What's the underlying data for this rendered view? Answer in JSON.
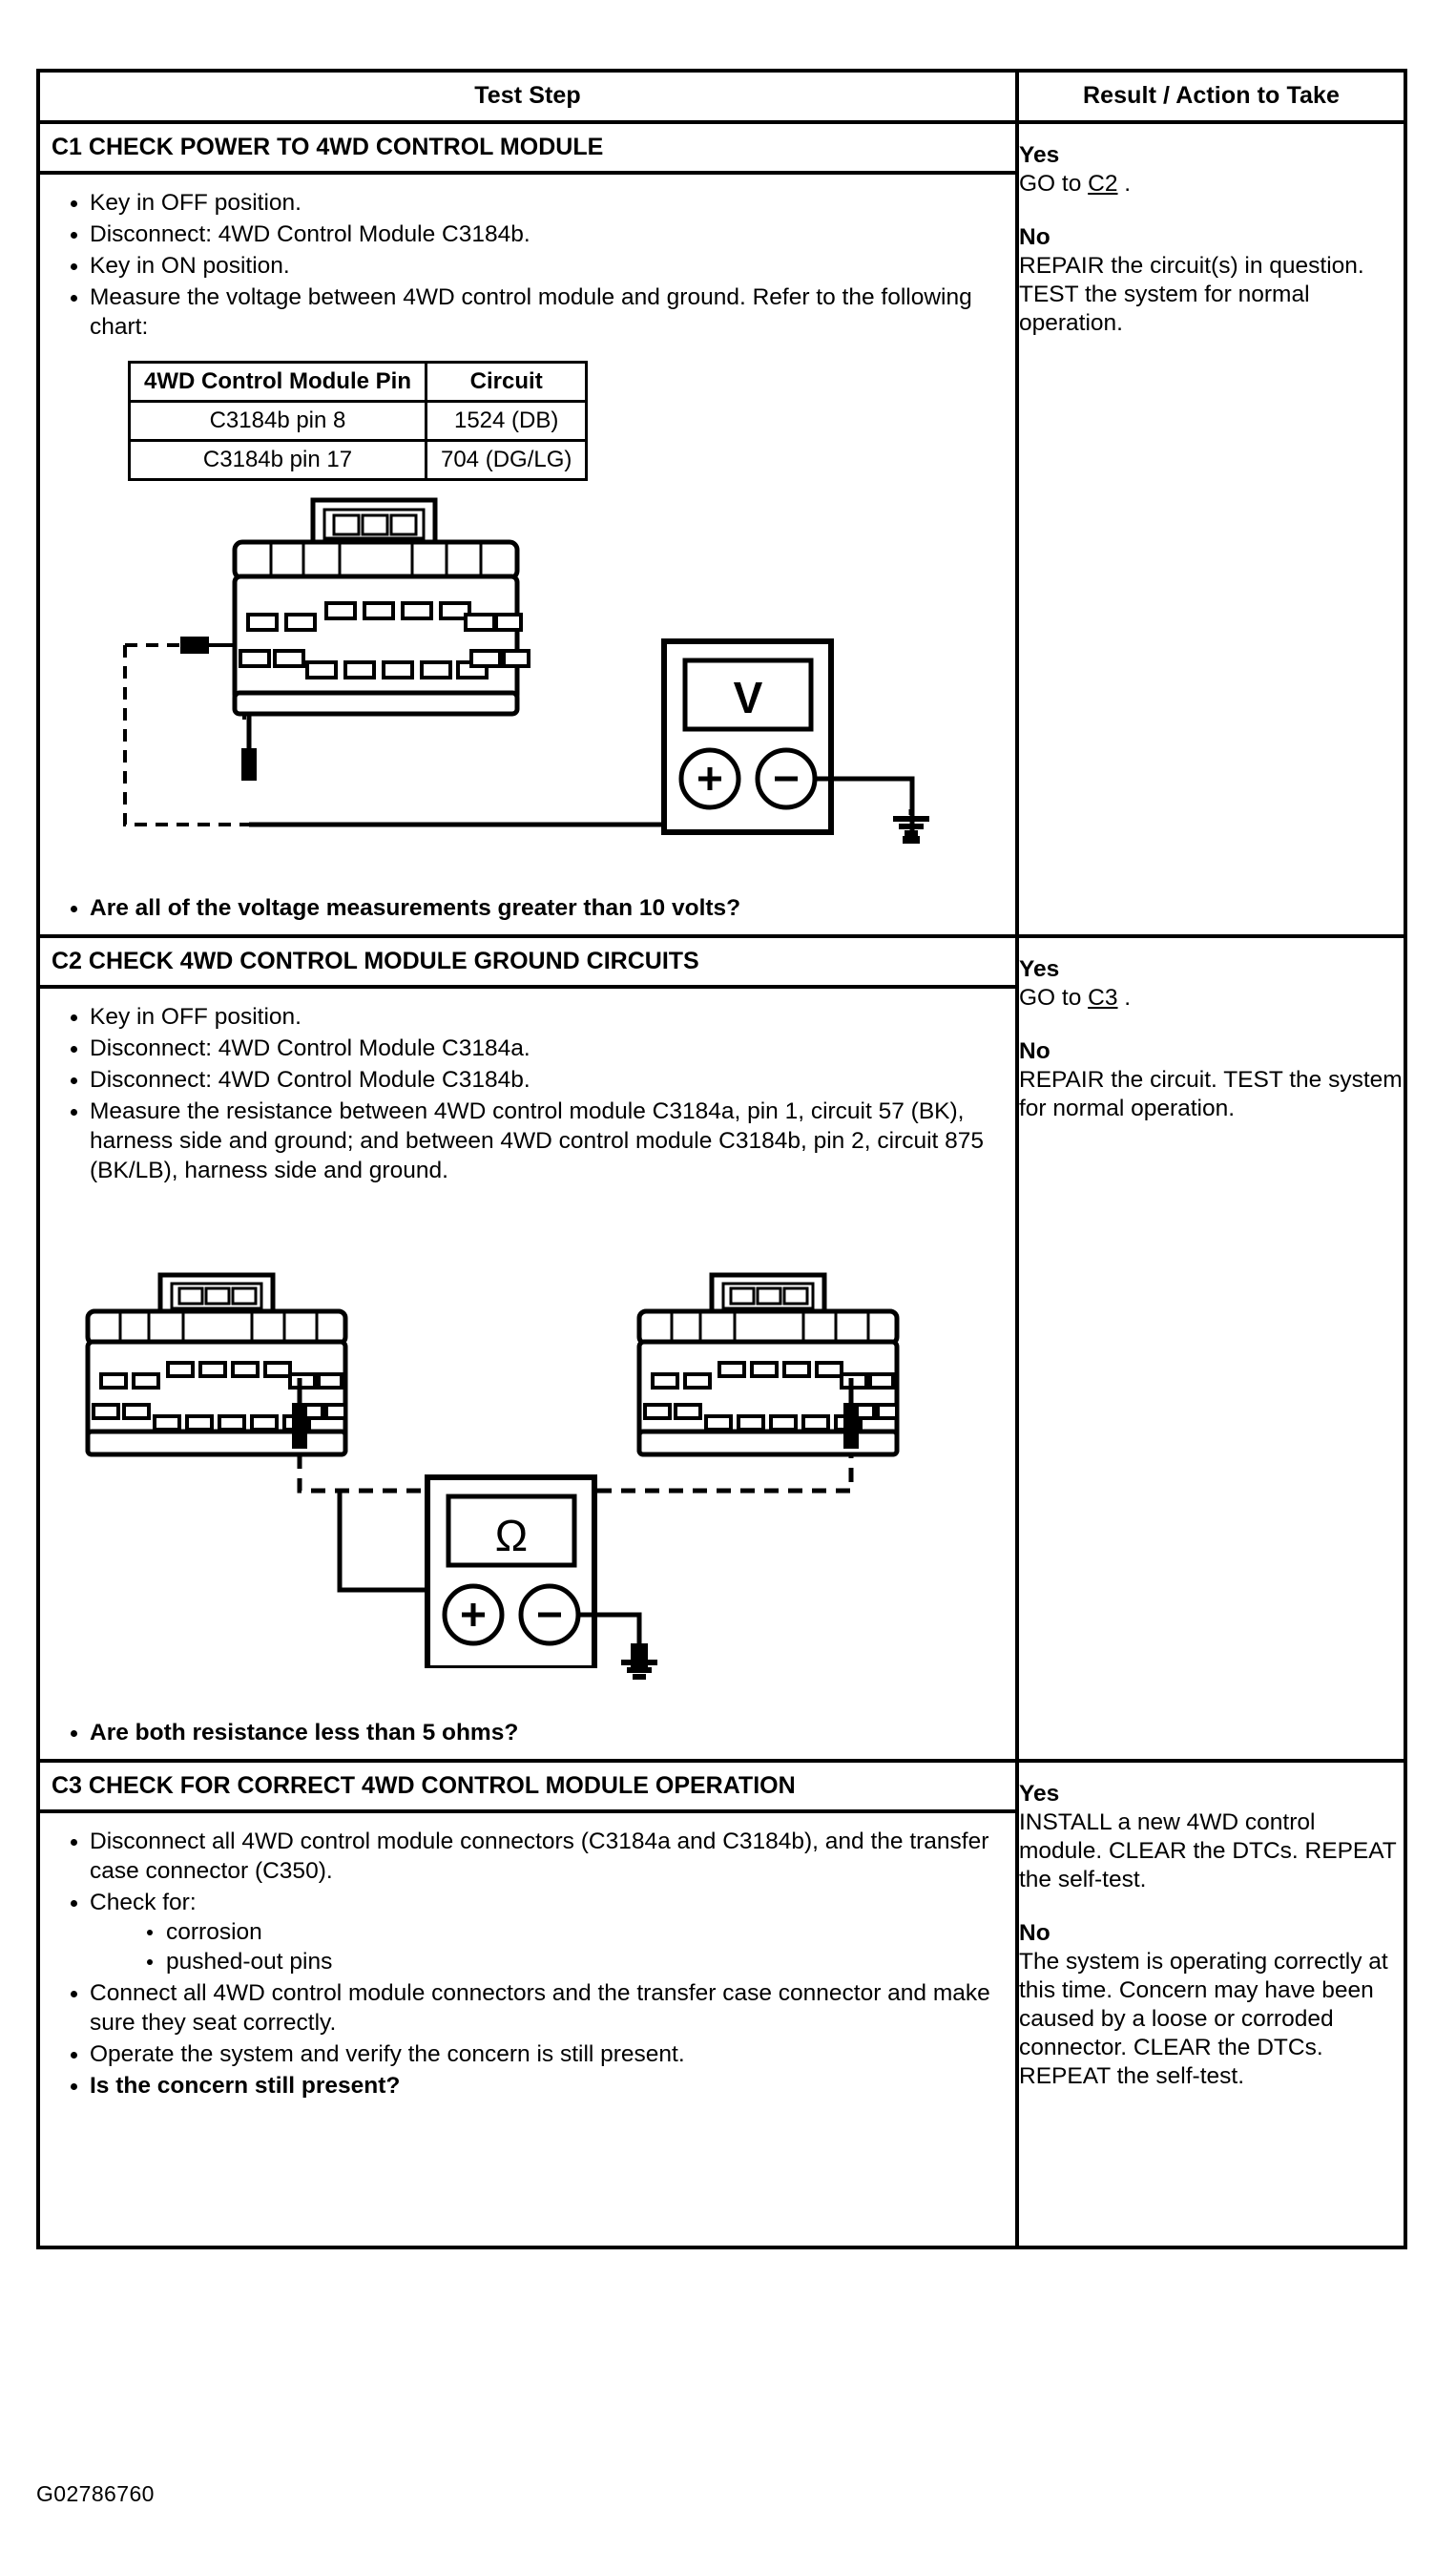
{
  "document": {
    "footer_code": "G02786760"
  },
  "table": {
    "headers": {
      "test_step": "Test Step",
      "result_action": "Result / Action to Take"
    }
  },
  "steps": [
    {
      "id": "C1",
      "title": "C1 CHECK POWER TO 4WD CONTROL MODULE",
      "bullets": [
        "Key in OFF position.",
        "Disconnect: 4WD Control Module C3184b.",
        "Key in ON position.",
        "Measure the voltage between 4WD control module and ground. Refer to the following chart:"
      ],
      "pin_chart": {
        "headers": [
          "4WD Control Module Pin",
          "Circuit"
        ],
        "rows": [
          [
            "C3184b pin 8",
            "1524 (DB)"
          ],
          [
            "C3184b pin 17",
            "704 (DG/LG)"
          ]
        ]
      },
      "diagram": {
        "meter_symbol": "V",
        "meter_plus": "+",
        "meter_minus": "−"
      },
      "question": "Are all of the voltage measurements greater than 10 volts?",
      "result": {
        "yes_label": "Yes",
        "yes_text_before": "GO to ",
        "yes_xref": "C2",
        "yes_text_after": " .",
        "no_label": "No",
        "no_text": "REPAIR the circuit(s) in question. TEST the system for normal operation."
      }
    },
    {
      "id": "C2",
      "title": "C2 CHECK 4WD CONTROL MODULE GROUND CIRCUITS",
      "bullets": [
        "Key in OFF position.",
        "Disconnect: 4WD Control Module C3184a.",
        "Disconnect: 4WD Control Module C3184b.",
        "Measure the resistance between 4WD control module C3184a, pin 1, circuit 57 (BK), harness side and ground; and between 4WD control module C3184b, pin 2, circuit 875 (BK/LB), harness side and ground."
      ],
      "diagram": {
        "meter_symbol": "Ω",
        "meter_plus": "+",
        "meter_minus": "−"
      },
      "question": "Are both resistance less than 5 ohms?",
      "result": {
        "yes_label": "Yes",
        "yes_text_before": "GO to ",
        "yes_xref": "C3",
        "yes_text_after": " .",
        "no_label": "No",
        "no_text": "REPAIR the circuit. TEST the system for normal operation."
      }
    },
    {
      "id": "C3",
      "title": "C3 CHECK FOR CORRECT 4WD CONTROL MODULE OPERATION",
      "bullets": [
        "Disconnect all 4WD control module connectors (C3184a and C3184b), and the transfer case connector (C350).",
        "Check for:",
        "Connect all 4WD control module connectors and the transfer case connector and make sure they seat correctly.",
        "Operate the system and verify the concern is still present."
      ],
      "sub_bullets": [
        "corrosion",
        "pushed-out pins"
      ],
      "question": "Is the concern still present?",
      "result": {
        "yes_label": "Yes",
        "yes_text": "INSTALL a new 4WD control module. CLEAR the DTCs. REPEAT the self-test.",
        "no_label": "No",
        "no_text": "The system is operating correctly at this time. Concern may have been caused by a loose or corroded connector. CLEAR the DTCs. REPEAT the self-test."
      }
    }
  ]
}
